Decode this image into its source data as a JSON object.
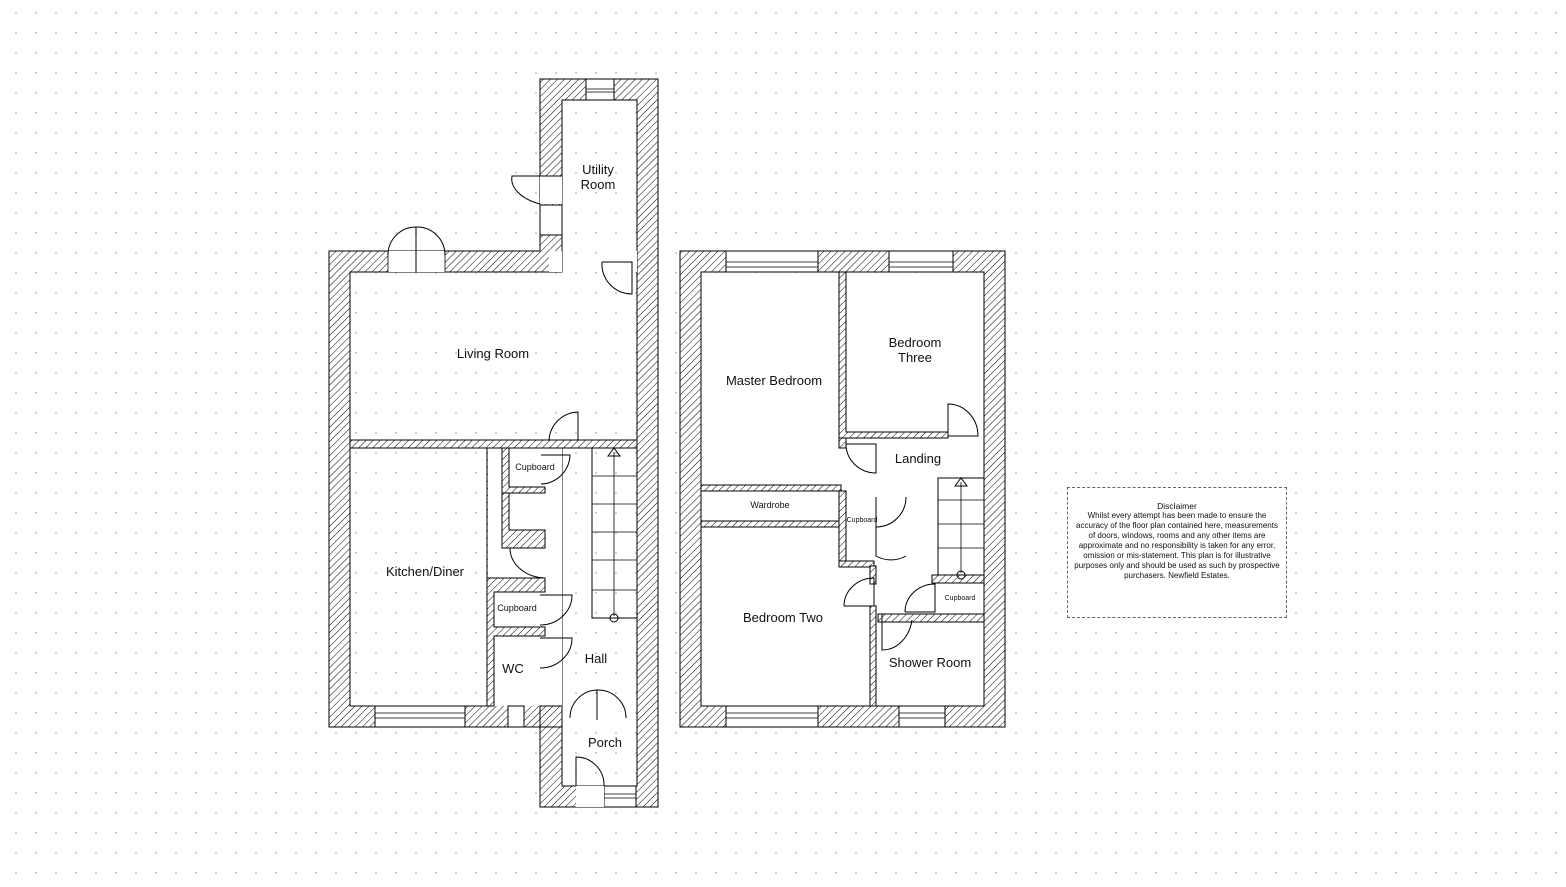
{
  "ground_floor": {
    "rooms": {
      "utility": [
        "Utility",
        "Room"
      ],
      "living": "Living Room",
      "kitchen": "Kitchen/Diner",
      "cupboard_upper": "Cupboard",
      "cupboard_lower": "Cupboard",
      "wc": "WC",
      "hall": "Hall",
      "porch": "Porch"
    }
  },
  "first_floor": {
    "rooms": {
      "master": "Master Bedroom",
      "bedroom3": [
        "Bedroom",
        "Three"
      ],
      "landing": "Landing",
      "wardrobe": "Wardrobe",
      "cupboard_landing": "Cupboard",
      "bedroom2": "Bedroom Two",
      "cupboard_stairs": "Cupboard",
      "shower": "Shower Room"
    }
  },
  "disclaimer": {
    "title": "Disclaimer",
    "body": "Whilst every attempt has been made to ensure the accuracy of the floor plan contained here, measurements of doors, windows, rooms and any other items are approximate and no responsibility is taken for any error, omission or mis-statement. This plan is for illustrative purposes only and should be used as such by prospective purchasers. Newfield Estates."
  }
}
